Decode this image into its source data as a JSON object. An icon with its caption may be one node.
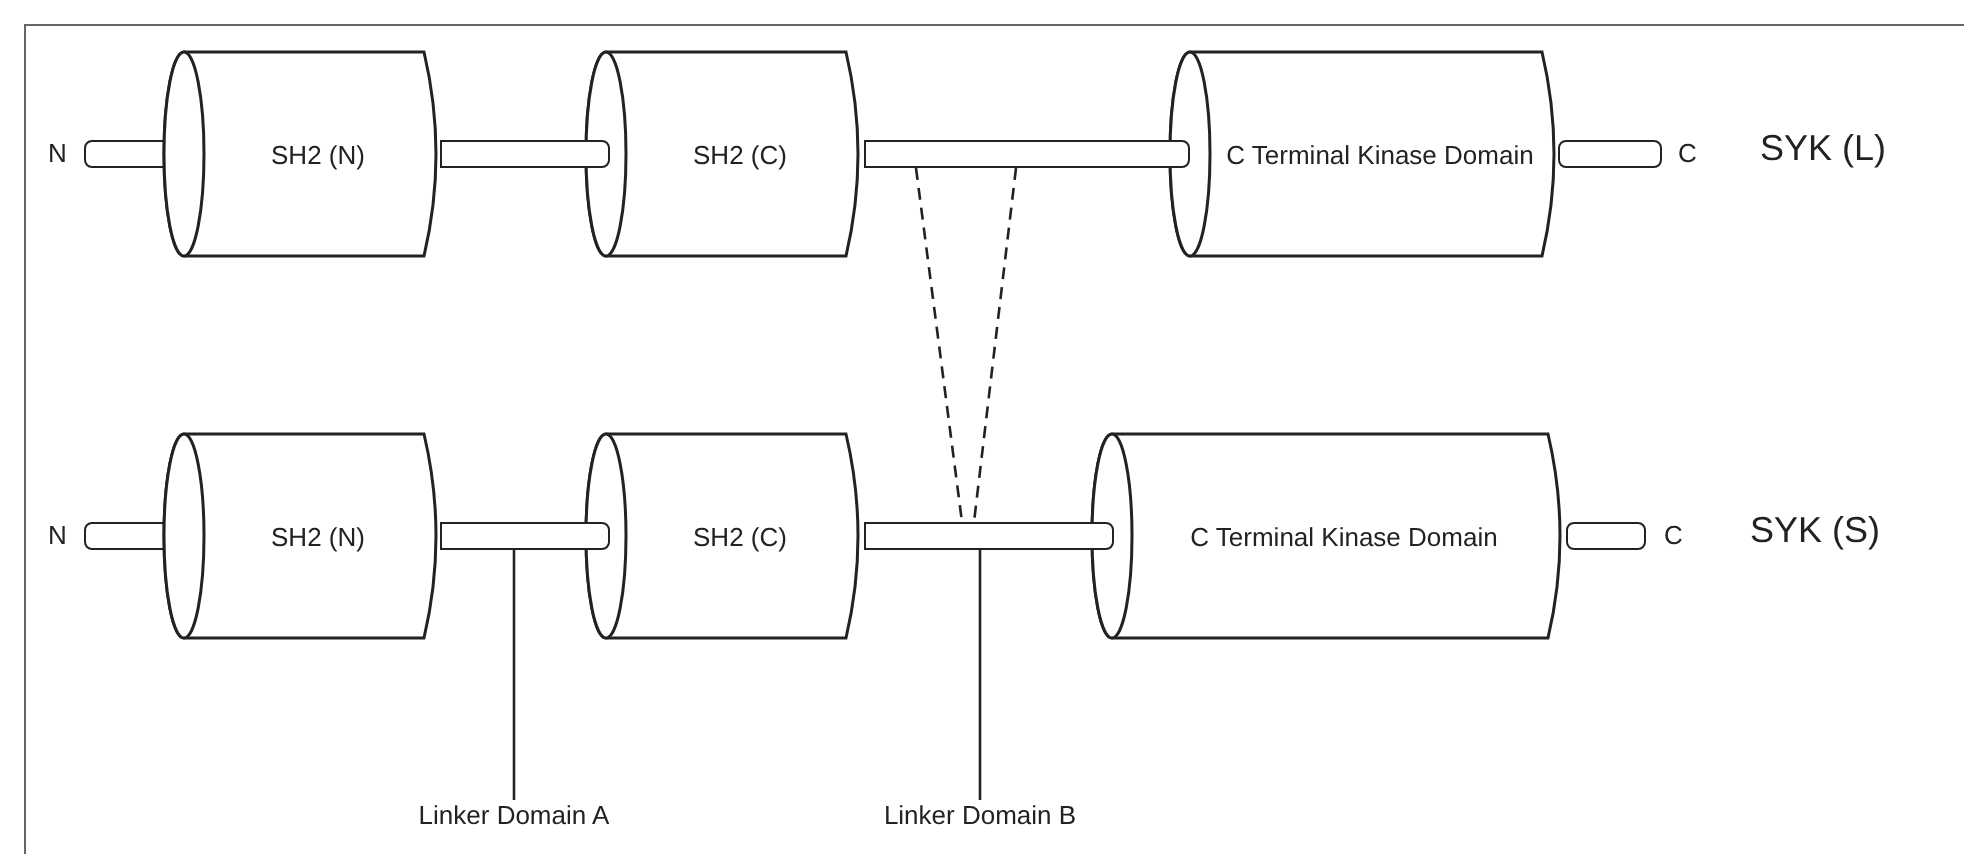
{
  "diagram": {
    "nodes": [
      {
        "text": [
          "SH2 (N)"
        ]
      },
      {
        "text": [],
        "shape": "bar"
      },
      {
        "text": [
          "SH2 (C)"
        ]
      },
      {
        "text": [],
        "shape": "bar"
      },
      {
        "text": [
          "C Terminal Kinase Domain"
        ]
      },
      {
        "text": [
          "SH2 (N)"
        ]
      },
      {
        "text": [],
        "shape": "bar"
      },
      {
        "text": [
          "SH2 (C)"
        ]
      },
      {
        "text": [],
        "shape": "bar"
      },
      {
        "text": [
          "C Terminal Kinase Domain"
        ]
      },
      {
        "text": [
          "Linker Domain A"
        ]
      },
      {
        "text": [
          "Linker Domain B"
        ]
      }
    ],
    "edges": [
      {
        "from": 3,
        "to": 8,
        "arrow": "none",
        "style": "dashed"
      },
      {
        "from": 3,
        "to": 8,
        "arrow": "none",
        "style": "dashed"
      },
      {
        "from": 10,
        "to": 6,
        "arrow": "none"
      },
      {
        "from": 11,
        "to": 8,
        "arrow": "none"
      }
    ],
    "labels": [
      "N",
      "C",
      "SYK (L)",
      "N",
      "C",
      "SYK (S)"
    ]
  }
}
